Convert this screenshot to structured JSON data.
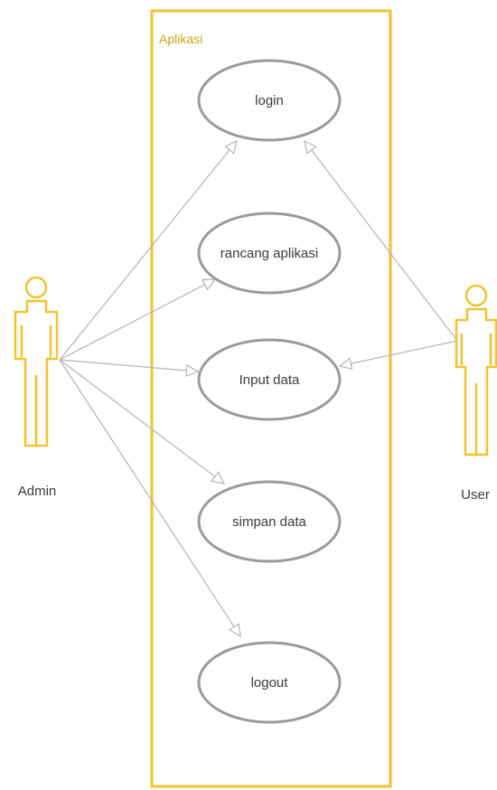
{
  "system": {
    "title": "Aplikasi",
    "border_color": "#f2c230",
    "title_color": "#c9a21a"
  },
  "use_cases": [
    {
      "id": "login",
      "label": "login"
    },
    {
      "id": "rancang",
      "label": "rancang aplikasi"
    },
    {
      "id": "input",
      "label": "Input data"
    },
    {
      "id": "simpan",
      "label": "simpan data"
    },
    {
      "id": "logout",
      "label": "logout"
    }
  ],
  "actors": [
    {
      "id": "admin",
      "label": "Admin"
    },
    {
      "id": "user",
      "label": "User"
    }
  ],
  "associations": [
    {
      "from": "admin",
      "to": "login"
    },
    {
      "from": "admin",
      "to": "rancang"
    },
    {
      "from": "admin",
      "to": "input"
    },
    {
      "from": "admin",
      "to": "simpan"
    },
    {
      "from": "admin",
      "to": "logout"
    },
    {
      "from": "user",
      "to": "login"
    },
    {
      "from": "user",
      "to": "input"
    }
  ],
  "colors": {
    "actor_stroke": "#f2c230",
    "ellipse_stroke": "#9a9a9a",
    "line": "#b4b4b4",
    "text": "#3a3a3a"
  }
}
